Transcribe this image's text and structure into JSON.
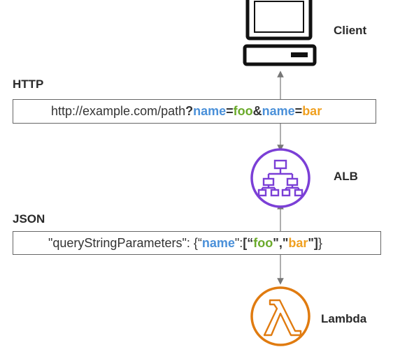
{
  "client": {
    "label": "Client",
    "icon": "computer-icon"
  },
  "alb": {
    "label": "ALB",
    "icon": "load-balancer-icon",
    "color": "#7b3fd6"
  },
  "lambda": {
    "label": "Lambda",
    "icon": "lambda-icon",
    "color": "#e07b10"
  },
  "http": {
    "heading": "HTTP",
    "prefix": "http://example.com/path",
    "q": "?",
    "param1_key": "name",
    "eq1": "=",
    "param1_val": "foo",
    "amp": "&",
    "param2_key": "name",
    "eq2": "=",
    "param2_val": "bar"
  },
  "json": {
    "heading": "JSON",
    "prefix": "\"queryStringParameters\": {“",
    "key": "name",
    "mid1": "\": ",
    "open": "[“",
    "v1": "foo",
    "sep": "\",\"",
    "v2": "bar",
    "close": "\"]",
    "suffix": " }"
  },
  "colors": {
    "key": "#4a90d9",
    "value_green": "#6aaa2a",
    "value_orange": "#f0a020",
    "arrow": "#777777"
  }
}
